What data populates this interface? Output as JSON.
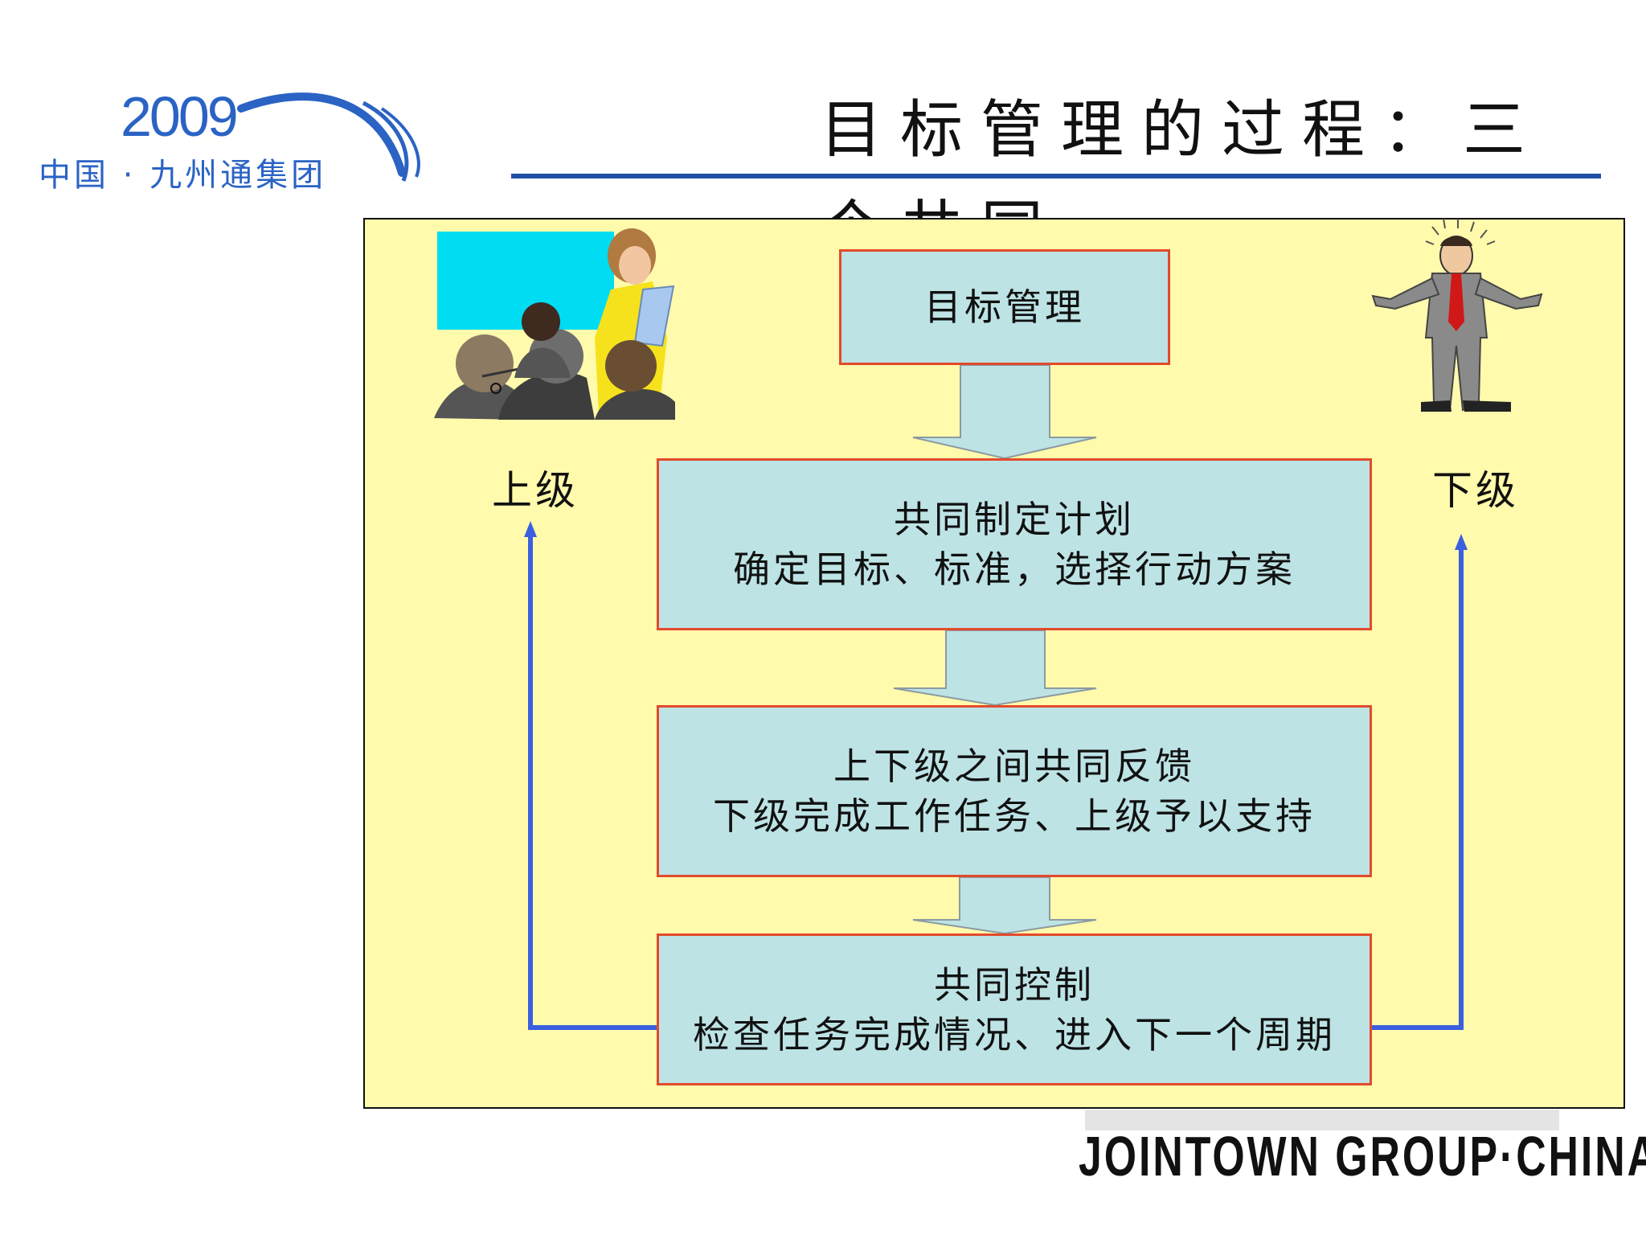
{
  "logo": {
    "year": "2009",
    "name": "中国 · 九州通集团"
  },
  "title": "目标管理的过程：三个共同",
  "roles": {
    "superior": "上级",
    "subordinate": "下级"
  },
  "steps": [
    {
      "line1": "目标管理",
      "line2": ""
    },
    {
      "line1": "共同制定计划",
      "line2": "确定目标、标准，选择行动方案"
    },
    {
      "line1": "上下级之间共同反馈",
      "line2": "下级完成工作任务、上级予以支持"
    },
    {
      "line1": "共同控制",
      "line2": "检查任务完成情况、进入下一个周期"
    }
  ],
  "footer": "JOINTOWN GROUP·CHINA",
  "colors": {
    "panel": "#fffaac",
    "box_fill": "#bde3e5",
    "box_border": "#e24a2c",
    "loop_arrow": "#3a5fe0",
    "brand": "#2a63c4"
  },
  "icons": [
    "meeting-clipart-icon",
    "shrugging-man-clipart-icon"
  ]
}
